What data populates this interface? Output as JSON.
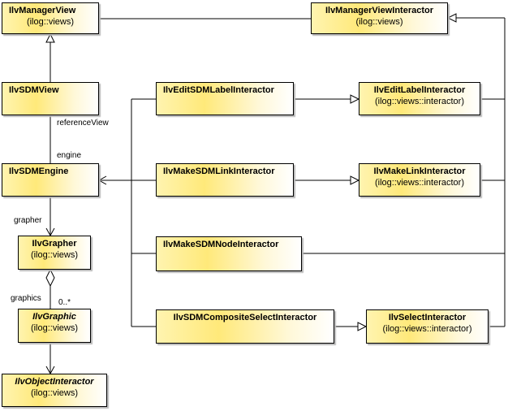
{
  "classes": {
    "manager_view": {
      "name": "IlvManagerView",
      "package": "(ilog::views)"
    },
    "manager_view_interactor": {
      "name": "IlvManagerViewInteractor",
      "package": "(ilog::views)"
    },
    "sdm_view": {
      "name": "IlvSDMView"
    },
    "edit_sdm_label_interactor": {
      "name": "IlvEditSDMLabelInteractor"
    },
    "edit_label_interactor": {
      "name": "IlvEditLabelInteractor",
      "package": "(ilog::views::interactor)"
    },
    "sdm_engine": {
      "name": "IlvSDMEngine"
    },
    "make_sdm_link_interactor": {
      "name": "IlvMakeSDMLinkInteractor"
    },
    "make_link_interactor": {
      "name": "IlvMakeLinkInteractor",
      "package": "(ilog::views::interactor)"
    },
    "grapher": {
      "name": "IlvGrapher",
      "package": "(ilog::views)"
    },
    "make_sdm_node_interactor": {
      "name": "IlvMakeSDMNodeInteractor"
    },
    "graphic": {
      "name": "IlvGraphic",
      "package": "(ilog::views)"
    },
    "sdm_composite_select_interactor": {
      "name": "IlvSDMCompositeSelectInteractor"
    },
    "select_interactor": {
      "name": "IlvSelectInteractor",
      "package": "(ilog::views::interactor)"
    },
    "object_interactor": {
      "name": "IlvObjectInteractor",
      "package": "(ilog::views)"
    }
  },
  "labels": {
    "reference_view": "referenceView",
    "engine": "engine",
    "grapher": "grapher",
    "graphics": "graphics",
    "multiplicity": "0..*"
  }
}
